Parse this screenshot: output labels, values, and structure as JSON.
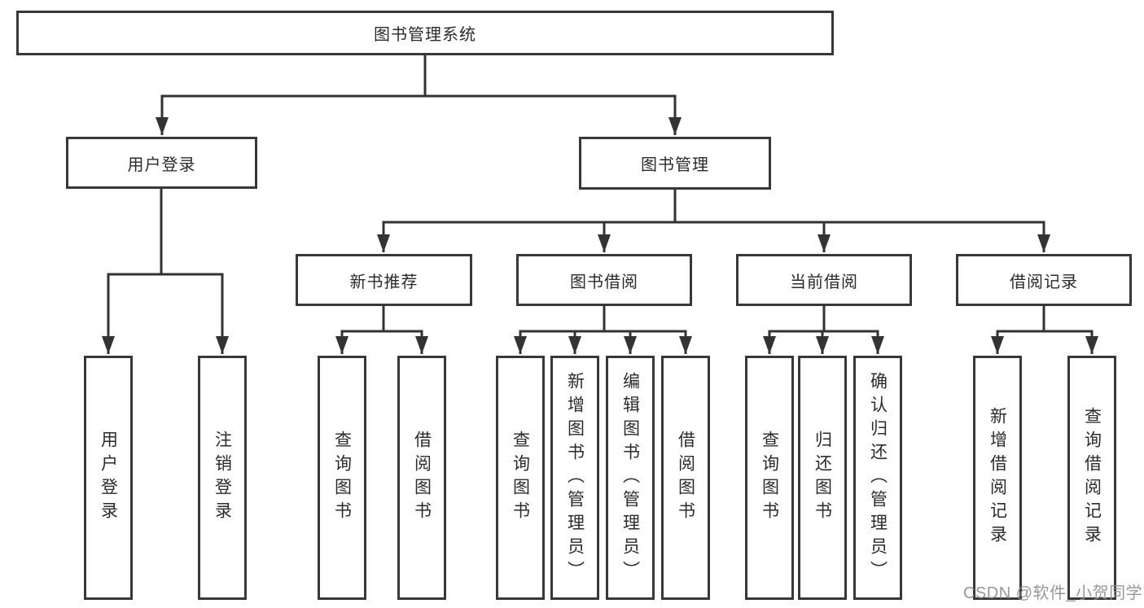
{
  "tree": {
    "label": "图书管理系统",
    "children": [
      {
        "label": "用户登录",
        "children": [
          {
            "label": "用户登录"
          },
          {
            "label": "注销登录"
          }
        ]
      },
      {
        "label": "图书管理",
        "children": [
          {
            "label": "新书推荐",
            "children": [
              {
                "label": "查询图书"
              },
              {
                "label": "借阅图书"
              }
            ]
          },
          {
            "label": "图书借阅",
            "children": [
              {
                "label": "查询图书"
              },
              {
                "label": "新增图书（管理员）"
              },
              {
                "label": "编辑图书（管理员）"
              },
              {
                "label": "借阅图书"
              }
            ]
          },
          {
            "label": "当前借阅",
            "children": [
              {
                "label": "查询图书"
              },
              {
                "label": "归还图书"
              },
              {
                "label": "确认归还（管理员）"
              }
            ]
          },
          {
            "label": "借阅记录",
            "children": [
              {
                "label": "新增借阅记录"
              },
              {
                "label": "查询借阅记录"
              }
            ]
          }
        ]
      }
    ]
  },
  "watermark": {
    "text": "CSDN @软件_小贺同学"
  },
  "colors": {
    "line": "#333333",
    "box_border": "#383838",
    "box_fill": "#ffffff",
    "text": "#2b2b2b",
    "watermark": "#8a8e98",
    "background": "#ffffff"
  }
}
